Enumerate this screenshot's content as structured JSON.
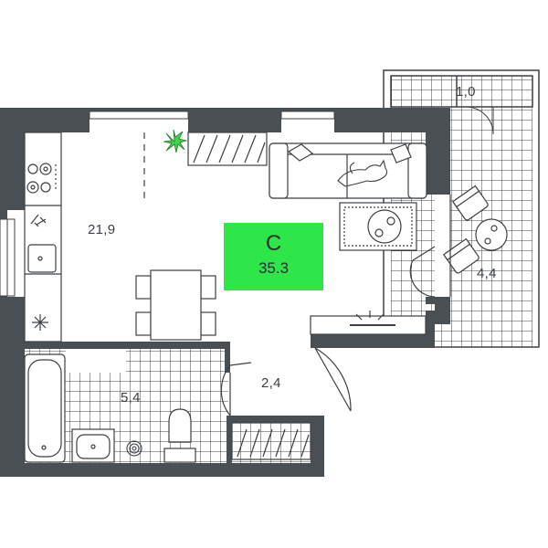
{
  "apartment": {
    "class_letter": "C",
    "total_area": "35.3"
  },
  "rooms": {
    "living_kitchen": "21,9",
    "balcony_upper": "1,0",
    "balcony_lower": "4,4",
    "bathroom": "5,4",
    "hallway": "2,4"
  },
  "colors": {
    "wall": "#4a4f54",
    "line": "#3c4044",
    "accent": "#2ee64a",
    "plant": "#3fd44a"
  }
}
